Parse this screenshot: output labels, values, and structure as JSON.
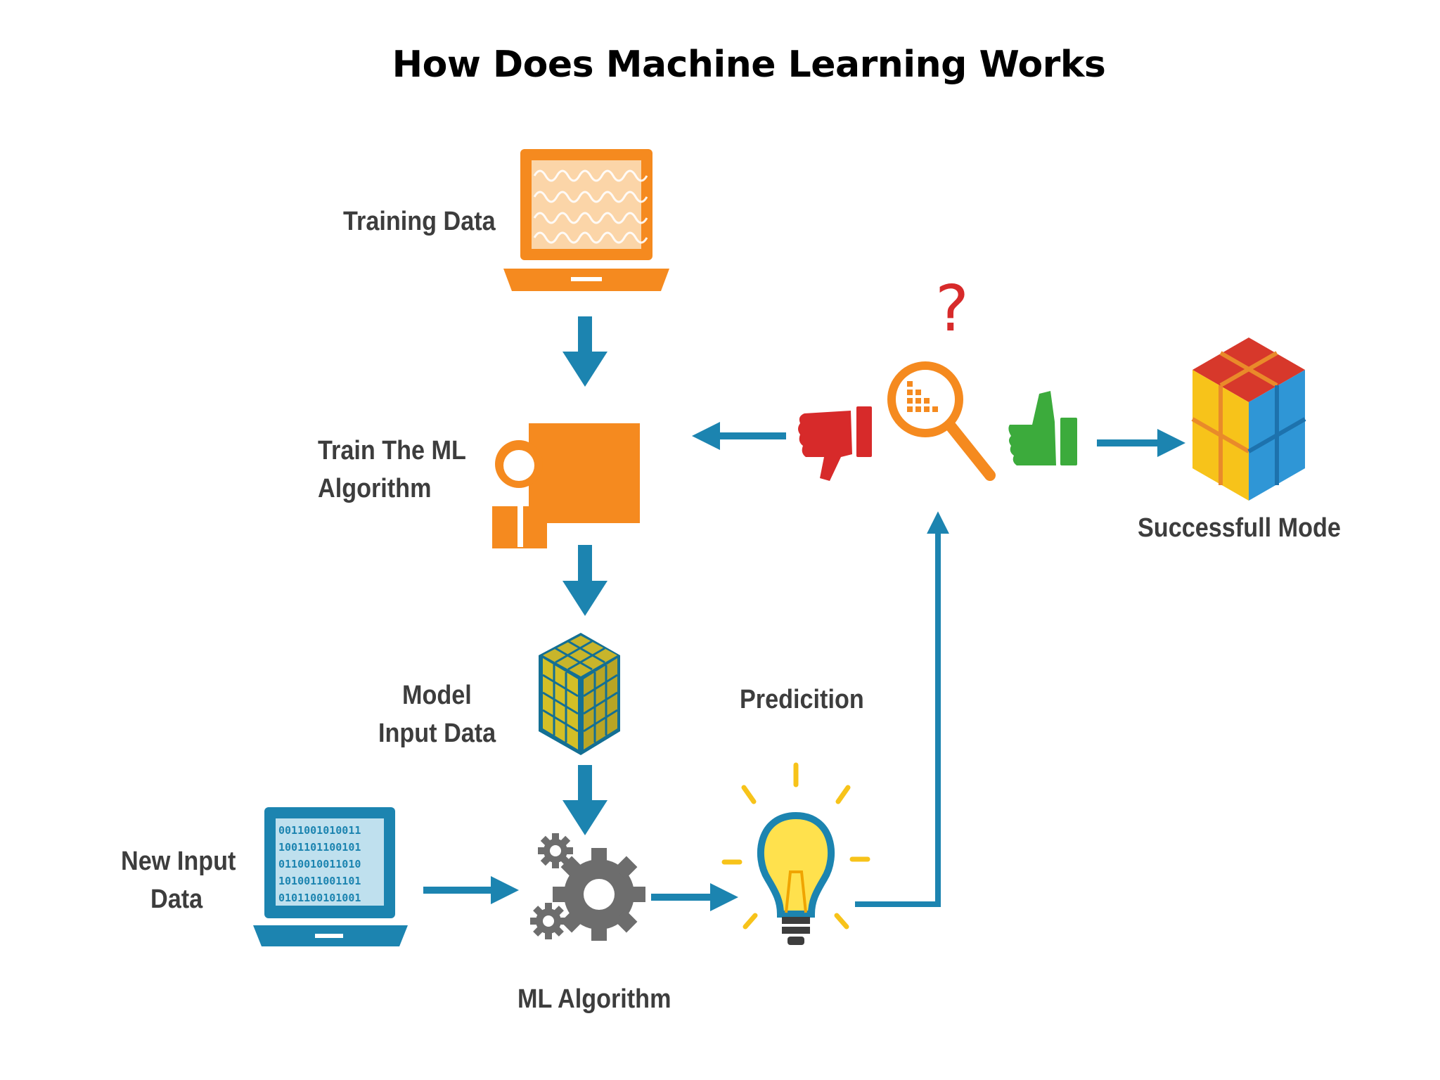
{
  "title": "How Does Machine Learning Works",
  "labels": {
    "training_data": "Training Data",
    "train_algorithm_line1": "Train The  ML",
    "train_algorithm_line2": "Algorithm",
    "model_input_line1": "Model",
    "model_input_line2": "Input Data",
    "new_input_line1": "New Input",
    "new_input_line2": "Data",
    "ml_algorithm": "ML  Algorithm",
    "prediction": "Predicition",
    "successful_model": "Successfull Mode"
  },
  "icons": {
    "question_mark": "?"
  },
  "colors": {
    "orange": "#f58a1f",
    "blue": "#1c84b0",
    "dark_blue": "#136f94",
    "gray": "#6d6d6d",
    "red": "#d72a2a",
    "green": "#3cab3c",
    "yellow": "#f7c31a"
  }
}
